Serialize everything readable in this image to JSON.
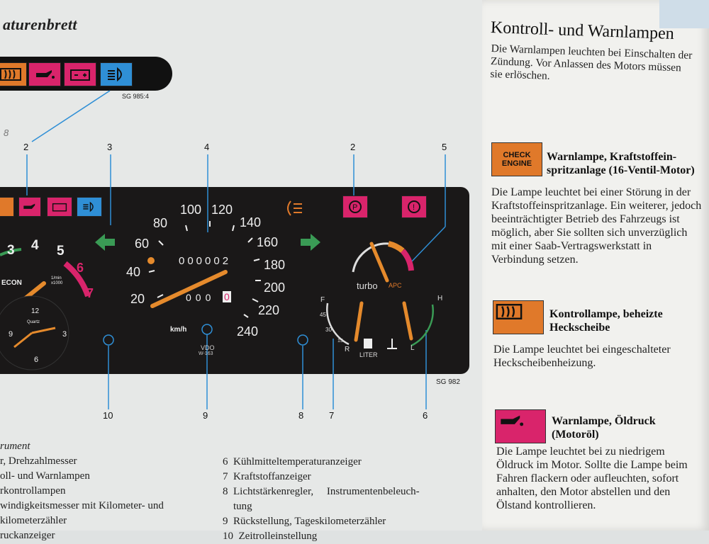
{
  "left_page": {
    "heading": "aturenbrett",
    "strip_code": "SG 985:4",
    "panel_code": "SG 982",
    "loose_number": "8",
    "callouts": [
      "2",
      "3",
      "4",
      "2",
      "5",
      "10",
      "9",
      "8",
      "7",
      "6"
    ],
    "speedo": {
      "ticks": [
        "20",
        "40",
        "60",
        "80",
        "100",
        "120",
        "140",
        "160",
        "180",
        "200",
        "220",
        "240"
      ],
      "odometer": "000002",
      "trip": "000",
      "trip_last": "0",
      "unit": "km/h",
      "vdo": "VDO",
      "vdo_code": "W-163"
    },
    "tacho": {
      "numbers": [
        "3",
        "4",
        "5",
        "6",
        "7"
      ],
      "unit": "1/min\nx1000",
      "econ": "ECON"
    },
    "clock": {
      "numbers": [
        "12",
        "3",
        "6",
        "9"
      ],
      "brand": "Quartz"
    },
    "fuel_temp": {
      "fuel_marks": [
        "F",
        "45",
        "30",
        "15",
        "R"
      ],
      "liter": "LITER",
      "h": "H",
      "l": "L"
    },
    "turbo": {
      "label": "turbo",
      "apc": "APC"
    },
    "legend_left_title": "rument",
    "legend_left": [
      "r, Drehzahlmesser",
      "oll- und Warnlampen",
      "rkontrollampen",
      "windigkeitsmesser mit Kilometer- und",
      "kilometerzähler",
      "ruckanzeiger"
    ],
    "legend_right": [
      "6  Kühlmitteltemperaturanzeiger",
      "7  Kraftstoffanzeiger",
      "8  Lichtstärkenregler,     Instrumentenbeleuch-",
      "    tung",
      "9  Rückstellung, Tageskilometerzähler",
      "10  Zeitrolleinstellung"
    ]
  },
  "right_page": {
    "heading": "Kontroll- und Warnlampen",
    "intro": "Die Warnlampen leuchten bei Einschalten der Zündung. Vor Anlassen des Motors müssen sie erlöschen.",
    "sections": [
      {
        "icon_label": "CHECK\nENGINE",
        "title": "Warnlampe, Kraftstoffein-spritzanlage (16-Ventil-Motor)",
        "body": "Die Lampe leuchtet bei einer Störung in der Kraftstoffeinspritzanlage. Ein weiterer, jedoch beeinträchtigter Betrieb des Fahrzeugs ist möglich, aber Sie sollten sich unverzüglich mit einer Saab-Vertragswerkstatt in Verbindung setzen."
      },
      {
        "icon_label": "heated-rear-window",
        "title": "Kontrollampe, beheizte Heckscheibe",
        "body": "Die Lampe leuchtet bei eingeschalteter Heckscheibenheizung."
      },
      {
        "icon_label": "oil-can",
        "title": "Warnlampe, Öldruck (Motoröl)",
        "body": "Die Lampe leuchtet bei zu niedrigem Öldruck im Motor. Sollte die Lampe beim Fahren flackern oder aufleuchten, sofort anhalten, den Motor abstellen und den Ölstand kontrollieren."
      }
    ]
  },
  "colors": {
    "orange": "#e0792a",
    "pink": "#d9246b",
    "blue": "#2f8fd6",
    "green": "#3a9b55",
    "panel": "#1a1818",
    "needle": "#e58a2c"
  }
}
